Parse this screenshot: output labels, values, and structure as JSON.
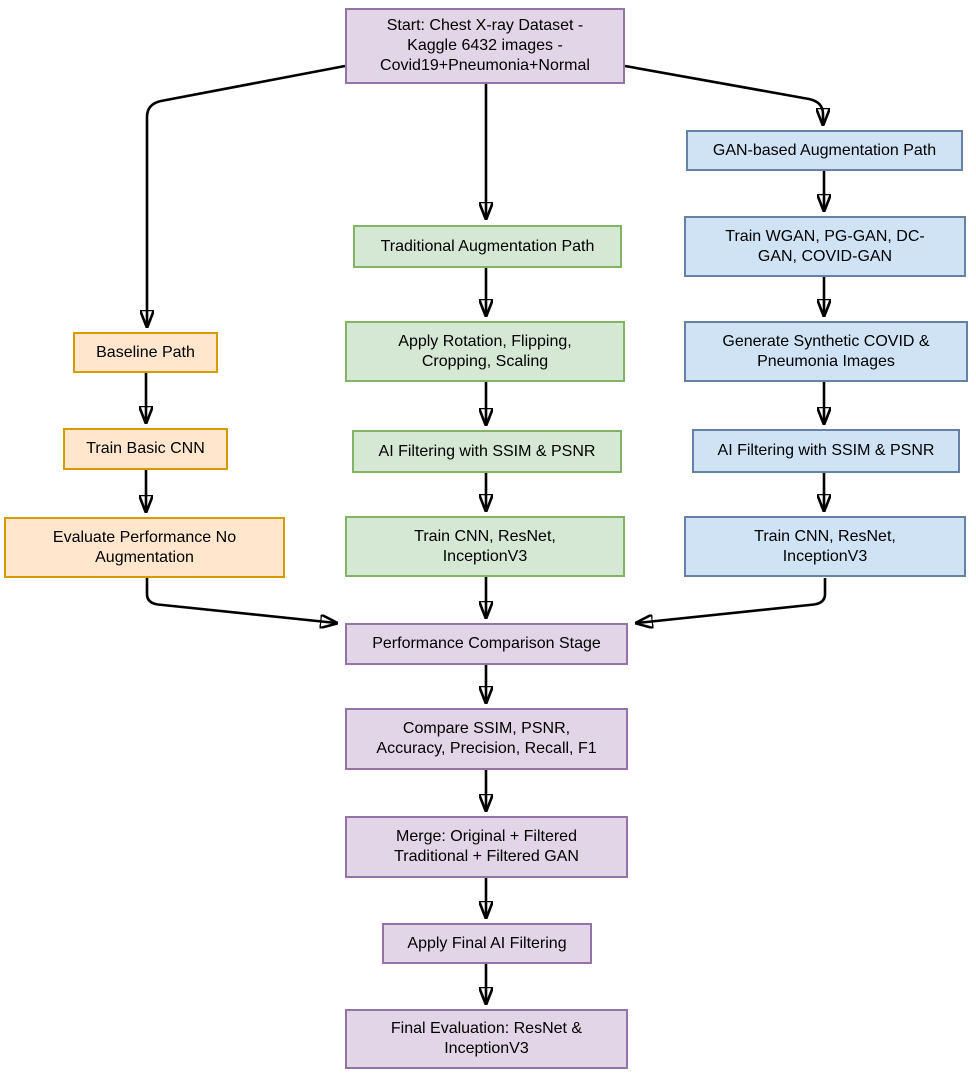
{
  "diagram": {
    "type": "flowchart",
    "description": "Chest X-ray data augmentation experiment pipeline with baseline, traditional augmentation and GAN-based augmentation paths converging into a comparison and final evaluation stage"
  },
  "themes": {
    "purple": {
      "fill": "#E1D5E7",
      "border": "#9673A6"
    },
    "orange": {
      "fill": "#FFE6CC",
      "border": "#D79B00"
    },
    "green": {
      "fill": "#D5E8D4",
      "border": "#82B366"
    },
    "blue": {
      "fill": "#CFE3F5",
      "border": "#6581A6"
    },
    "arrow": "#000000",
    "background": "#FFFFFF",
    "text": "#000000"
  },
  "nodes": {
    "start": {
      "label": "Start: Chest X-ray Dataset -\nKaggle 6432 images -\nCovid19+Pneumonia+Normal",
      "theme": "purple"
    },
    "baseline_path": {
      "label": "Baseline Path",
      "theme": "orange"
    },
    "train_basic_cnn": {
      "label": "Train Basic CNN",
      "theme": "orange"
    },
    "evaluate_no_aug": {
      "label": "Evaluate Performance No\nAugmentation",
      "theme": "orange"
    },
    "traditional_path": {
      "label": "Traditional Augmentation Path",
      "theme": "green"
    },
    "apply_rotation": {
      "label": "Apply Rotation, Flipping,\nCropping, Scaling",
      "theme": "green"
    },
    "ai_filtering_traditional": {
      "label": "AI Filtering with SSIM & PSNR",
      "theme": "green"
    },
    "train_models_traditional": {
      "label": "Train CNN, ResNet,\nInceptionV3",
      "theme": "green"
    },
    "gan_path": {
      "label": "GAN-based Augmentation Path",
      "theme": "blue"
    },
    "train_gans": {
      "label": "Train WGAN, PG-GAN, DC-\nGAN, COVID-GAN",
      "theme": "blue"
    },
    "generate_synthetic": {
      "label": "Generate Synthetic COVID &\nPneumonia Images",
      "theme": "blue"
    },
    "ai_filtering_gan": {
      "label": "AI Filtering with SSIM & PSNR",
      "theme": "blue"
    },
    "train_models_gan": {
      "label": "Train CNN, ResNet,\nInceptionV3",
      "theme": "blue"
    },
    "performance_comparison": {
      "label": "Performance Comparison Stage",
      "theme": "purple"
    },
    "compare_metrics": {
      "label": "Compare SSIM, PSNR,\nAccuracy, Precision, Recall, F1",
      "theme": "purple"
    },
    "merge_datasets": {
      "label": "Merge: Original + Filtered\nTraditional + Filtered GAN",
      "theme": "purple"
    },
    "apply_final_filtering": {
      "label": "Apply Final AI Filtering",
      "theme": "purple"
    },
    "final_evaluation": {
      "label": "Final Evaluation: ResNet &\nInceptionV3",
      "theme": "purple"
    }
  },
  "edges": [
    {
      "from": "start",
      "to": "baseline_path"
    },
    {
      "from": "start",
      "to": "traditional_path"
    },
    {
      "from": "start",
      "to": "gan_path"
    },
    {
      "from": "baseline_path",
      "to": "train_basic_cnn"
    },
    {
      "from": "train_basic_cnn",
      "to": "evaluate_no_aug"
    },
    {
      "from": "evaluate_no_aug",
      "to": "performance_comparison"
    },
    {
      "from": "traditional_path",
      "to": "apply_rotation"
    },
    {
      "from": "apply_rotation",
      "to": "ai_filtering_traditional"
    },
    {
      "from": "ai_filtering_traditional",
      "to": "train_models_traditional"
    },
    {
      "from": "train_models_traditional",
      "to": "performance_comparison"
    },
    {
      "from": "gan_path",
      "to": "train_gans"
    },
    {
      "from": "train_gans",
      "to": "generate_synthetic"
    },
    {
      "from": "generate_synthetic",
      "to": "ai_filtering_gan"
    },
    {
      "from": "ai_filtering_gan",
      "to": "train_models_gan"
    },
    {
      "from": "train_models_gan",
      "to": "performance_comparison"
    },
    {
      "from": "performance_comparison",
      "to": "compare_metrics"
    },
    {
      "from": "compare_metrics",
      "to": "merge_datasets"
    },
    {
      "from": "merge_datasets",
      "to": "apply_final_filtering"
    },
    {
      "from": "apply_final_filtering",
      "to": "final_evaluation"
    }
  ]
}
